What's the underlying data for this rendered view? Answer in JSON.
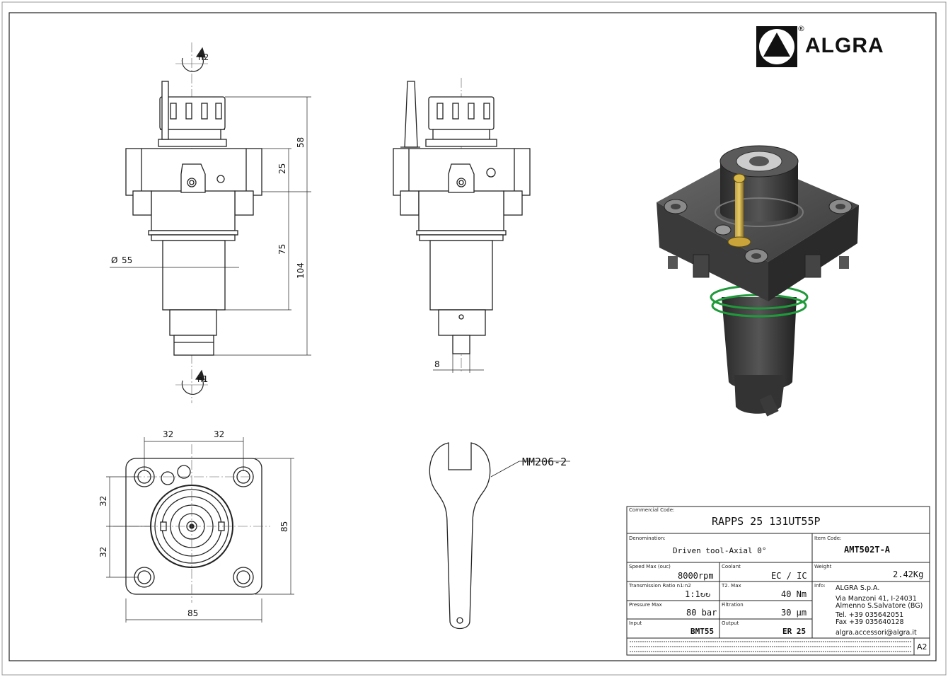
{
  "brand": {
    "name": "ALGRA",
    "registered": "®"
  },
  "drawing": {
    "rotation_top": "n2",
    "rotation_bottom": "n1",
    "dims": {
      "d58": "58",
      "d25": "25",
      "d75": "75",
      "d104": "104",
      "d55": "55",
      "d8": "8",
      "d32a": "32",
      "d32b": "32",
      "d32c": "32",
      "d32d": "32",
      "d85h": "85",
      "d85v": "85"
    },
    "diameter_symbol": "Ø",
    "wrench_ref": "MM206-2"
  },
  "title_block": {
    "commercial_code_label": "Commercial Code:",
    "commercial_code": "RAPPS 25 131UT55P",
    "denomination_label": "Denomination:",
    "denomination": "Driven tool-Axial 0°",
    "item_code_label": "Item Code:",
    "item_code": "AMT502T-A",
    "speed_label": "Speed Max (ouc)",
    "speed": "8000rpm",
    "coolant_label": "Coolant",
    "coolant": "EC / IC",
    "weight_label": "Weight",
    "weight": "2.42Kg",
    "ratio_label": "Transmission Ratio n1:n2",
    "ratio": "1:1↻↻",
    "torque_label": "T2. Max",
    "torque": "40 Nm",
    "pressure_label": "Pressure Max",
    "pressure": "80 bar",
    "filtration_label": "Filtration",
    "filtration": "30 µm",
    "input_label": "Input",
    "input": "BMT55",
    "output_label": "Output",
    "output": "ER 25",
    "info_label": "Info:",
    "info_company": "ALGRA S.p.A.",
    "info_address1": "Via Manzoni 41, I-24031",
    "info_address2": "Almenno S.Salvatore (BG)",
    "info_tel": "Tel. +39 035642051",
    "info_fax": "Fax +39 035640128",
    "info_email": "algra.accessori@algra.it",
    "sheet_size": "A2"
  }
}
